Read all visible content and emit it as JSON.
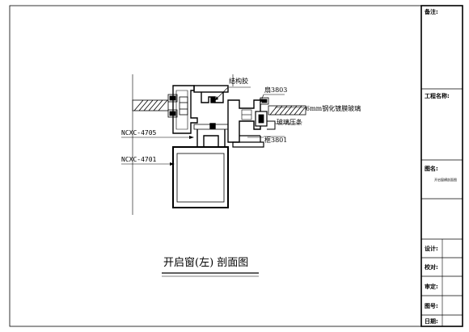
{
  "drawing": {
    "title": "开启窗(左) 剖面图",
    "labels": {
      "structural_glue": "结构胶",
      "sash_profile": "扇3803",
      "glass": "6mm钢化镀膜玻璃",
      "glass_bead": "玻璃压条",
      "frame_profile": "框3801",
      "profile_4705": "NCXC-4705",
      "profile_4701": "NCXC-4701"
    }
  },
  "title_block": {
    "remarks": "备注:",
    "project_name": "工程名称:",
    "drawing_name": "图名:",
    "drawing_name_value": "开启窗横剖面图",
    "design": "设计:",
    "check": "校对:",
    "review": "审定:",
    "drawing_no": "图号:",
    "date": "日期:"
  }
}
